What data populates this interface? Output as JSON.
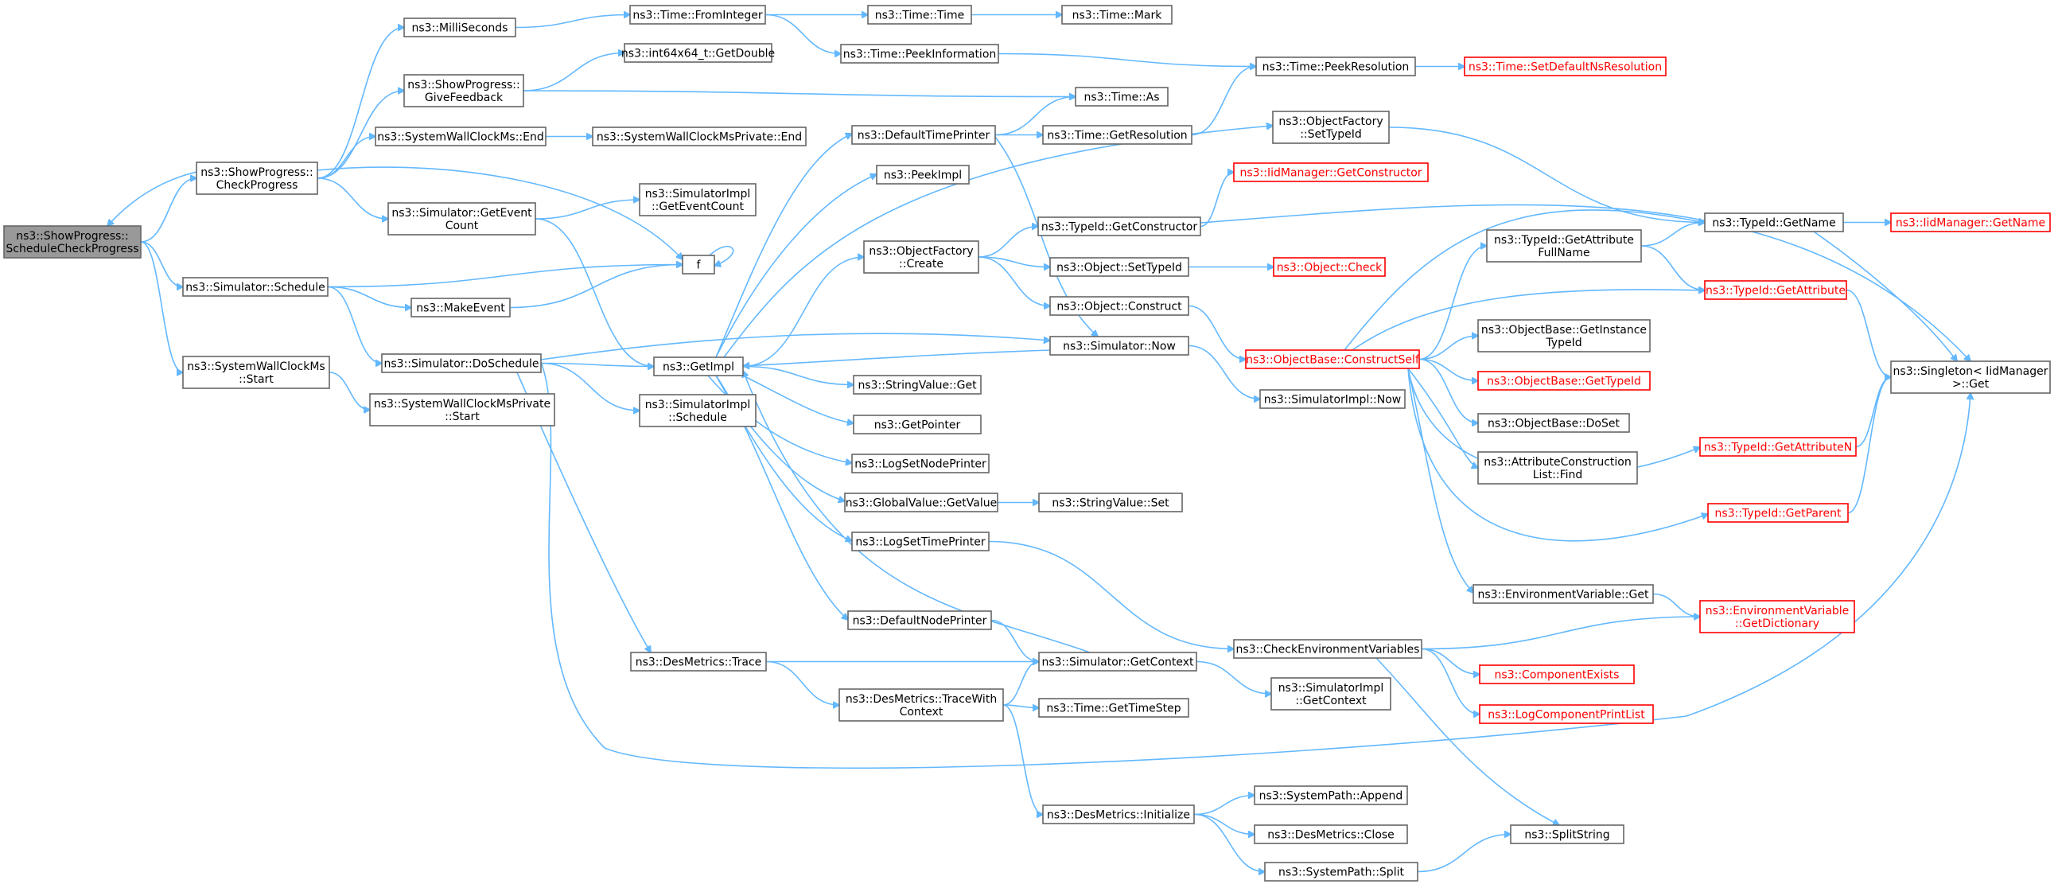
{
  "graph": {
    "nodes": [
      {
        "id": "root",
        "label": "ns3::ShowProgress::\nScheduleCheckProgress",
        "style": "root"
      },
      {
        "id": "checkprogress",
        "label": "ns3::ShowProgress::\nCheckProgress",
        "style": "normal"
      },
      {
        "id": "milliseconds",
        "label": "ns3::MilliSeconds",
        "style": "normal"
      },
      {
        "id": "givefeedback",
        "label": "ns3::ShowProgress::\nGiveFeedback",
        "style": "normal"
      },
      {
        "id": "wallend",
        "label": "ns3::SystemWallClockMs::End",
        "style": "normal"
      },
      {
        "id": "geteventcount",
        "label": "ns3::Simulator::GetEvent\nCount",
        "style": "normal"
      },
      {
        "id": "schedule",
        "label": "ns3::Simulator::Schedule",
        "style": "normal"
      },
      {
        "id": "makeevent",
        "label": "ns3::MakeEvent",
        "style": "normal"
      },
      {
        "id": "doschedule",
        "label": "ns3::Simulator::DoSchedule",
        "style": "normal"
      },
      {
        "id": "wallstart",
        "label": "ns3::SystemWallClockMs\n::Start",
        "style": "normal"
      },
      {
        "id": "wallprivstart",
        "label": "ns3::SystemWallClockMsPrivate\n::Start",
        "style": "normal"
      },
      {
        "id": "fromint",
        "label": "ns3::Time::FromInteger",
        "style": "normal"
      },
      {
        "id": "int64double",
        "label": "ns3::int64x64_t::GetDouble",
        "style": "normal"
      },
      {
        "id": "wallprivend",
        "label": "ns3::SystemWallClockMsPrivate::End",
        "style": "normal"
      },
      {
        "id": "implgeteventcount",
        "label": "ns3::SimulatorImpl\n::GetEventCount",
        "style": "normal"
      },
      {
        "id": "f",
        "label": "f",
        "style": "normal"
      },
      {
        "id": "getimpl",
        "label": "ns3::GetImpl",
        "style": "normal"
      },
      {
        "id": "implschedule",
        "label": "ns3::SimulatorImpl\n::Schedule",
        "style": "normal"
      },
      {
        "id": "dmtrace",
        "label": "ns3::DesMetrics::Trace",
        "style": "normal"
      },
      {
        "id": "timetime",
        "label": "ns3::Time::Time",
        "style": "normal"
      },
      {
        "id": "timemark",
        "label": "ns3::Time::Mark",
        "style": "normal"
      },
      {
        "id": "peekinfo",
        "label": "ns3::Time::PeekInformation",
        "style": "normal"
      },
      {
        "id": "peekres",
        "label": "ns3::Time::PeekResolution",
        "style": "normal"
      },
      {
        "id": "setdefres",
        "label": "ns3::Time::SetDefaultNsResolution",
        "style": "red"
      },
      {
        "id": "timeas",
        "label": "ns3::Time::As",
        "style": "normal"
      },
      {
        "id": "deftimeprinter",
        "label": "ns3::DefaultTimePrinter",
        "style": "normal"
      },
      {
        "id": "getres",
        "label": "ns3::Time::GetResolution",
        "style": "normal"
      },
      {
        "id": "peekimpl",
        "label": "ns3::PeekImpl",
        "style": "normal"
      },
      {
        "id": "ofsettypeid",
        "label": "ns3::ObjectFactory\n::SetTypeId",
        "style": "normal"
      },
      {
        "id": "iidgetctor",
        "label": "ns3::IidManager::GetConstructor",
        "style": "red"
      },
      {
        "id": "tidgetctor",
        "label": "ns3::TypeId::GetConstructor",
        "style": "normal"
      },
      {
        "id": "ofcreate",
        "label": "ns3::ObjectFactory\n::Create",
        "style": "normal"
      },
      {
        "id": "objsettypeid",
        "label": "ns3::Object::SetTypeId",
        "style": "normal"
      },
      {
        "id": "objcheck",
        "label": "ns3::Object::Check",
        "style": "red"
      },
      {
        "id": "objconstruct",
        "label": "ns3::Object::Construct",
        "style": "normal"
      },
      {
        "id": "simnow",
        "label": "ns3::Simulator::Now",
        "style": "normal"
      },
      {
        "id": "implnow",
        "label": "ns3::SimulatorImpl::Now",
        "style": "normal"
      },
      {
        "id": "constructself",
        "label": "ns3::ObjectBase::ConstructSelf",
        "style": "red"
      },
      {
        "id": "stringget",
        "label": "ns3::StringValue::Get",
        "style": "normal"
      },
      {
        "id": "getpointer",
        "label": "ns3::GetPointer",
        "style": "normal"
      },
      {
        "id": "lognodeprinter",
        "label": "ns3::LogSetNodePrinter",
        "style": "normal"
      },
      {
        "id": "gvgetvalue",
        "label": "ns3::GlobalValue::GetValue",
        "style": "normal"
      },
      {
        "id": "stringset",
        "label": "ns3::StringValue::Set",
        "style": "normal"
      },
      {
        "id": "logtimeprinter",
        "label": "ns3::LogSetTimePrinter",
        "style": "normal"
      },
      {
        "id": "defnodeprinter",
        "label": "ns3::DefaultNodePrinter",
        "style": "normal"
      },
      {
        "id": "getcontext",
        "label": "ns3::Simulator::GetContext",
        "style": "normal"
      },
      {
        "id": "tracewith",
        "label": "ns3::DesMetrics::TraceWith\nContext",
        "style": "normal"
      },
      {
        "id": "gettimestep",
        "label": "ns3::Time::GetTimeStep",
        "style": "normal"
      },
      {
        "id": "implgetcontext",
        "label": "ns3::SimulatorImpl\n::GetContext",
        "style": "normal"
      },
      {
        "id": "checkenv",
        "label": "ns3::CheckEnvironmentVariables",
        "style": "normal"
      },
      {
        "id": "dminit",
        "label": "ns3::DesMetrics::Initialize",
        "style": "normal"
      },
      {
        "id": "pathappend",
        "label": "ns3::SystemPath::Append",
        "style": "normal"
      },
      {
        "id": "dmclose",
        "label": "ns3::DesMetrics::Close",
        "style": "normal"
      },
      {
        "id": "pathsplit",
        "label": "ns3::SystemPath::Split",
        "style": "normal"
      },
      {
        "id": "splitstring",
        "label": "ns3::SplitString",
        "style": "normal"
      },
      {
        "id": "tidgetattrfull",
        "label": "ns3::TypeId::GetAttribute\nFullName",
        "style": "normal"
      },
      {
        "id": "tidgetname",
        "label": "ns3::TypeId::GetName",
        "style": "normal"
      },
      {
        "id": "iidgetname",
        "label": "ns3::IidManager::GetName",
        "style": "red"
      },
      {
        "id": "tidgetattr",
        "label": "ns3::TypeId::GetAttribute",
        "style": "red"
      },
      {
        "id": "obgetinstance",
        "label": "ns3::ObjectBase::GetInstance\nTypeId",
        "style": "normal"
      },
      {
        "id": "obgettypeid",
        "label": "ns3::ObjectBase::GetTypeId",
        "style": "red"
      },
      {
        "id": "obdoset",
        "label": "ns3::ObjectBase::DoSet",
        "style": "normal"
      },
      {
        "id": "attrconsfind",
        "label": "ns3::AttributeConstruction\nList::Find",
        "style": "normal"
      },
      {
        "id": "tidgetattrn",
        "label": "ns3::TypeId::GetAttributeN",
        "style": "red"
      },
      {
        "id": "tidgetparent",
        "label": "ns3::TypeId::GetParent",
        "style": "red"
      },
      {
        "id": "envget",
        "label": "ns3::EnvironmentVariable::Get",
        "style": "normal"
      },
      {
        "id": "envgetdict",
        "label": "ns3::EnvironmentVariable\n::GetDictionary",
        "style": "red"
      },
      {
        "id": "compexists",
        "label": "ns3::ComponentExists",
        "style": "red"
      },
      {
        "id": "logcompprint",
        "label": "ns3::LogComponentPrintList",
        "style": "red"
      },
      {
        "id": "singletonget",
        "label": "ns3::Singleton< IidManager\n>::Get",
        "style": "normal"
      }
    ],
    "edges": [
      [
        "root",
        "checkprogress"
      ],
      [
        "root",
        "schedule"
      ],
      [
        "root",
        "wallstart"
      ],
      [
        "checkprogress",
        "root"
      ],
      [
        "checkprogress",
        "milliseconds"
      ],
      [
        "checkprogress",
        "givefeedback"
      ],
      [
        "checkprogress",
        "wallend"
      ],
      [
        "checkprogress",
        "geteventcount"
      ],
      [
        "checkprogress",
        "f"
      ],
      [
        "milliseconds",
        "fromint"
      ],
      [
        "fromint",
        "timetime"
      ],
      [
        "fromint",
        "peekinfo"
      ],
      [
        "timetime",
        "timemark"
      ],
      [
        "peekinfo",
        "peekres"
      ],
      [
        "peekres",
        "setdefres"
      ],
      [
        "givefeedback",
        "int64double"
      ],
      [
        "givefeedback",
        "timeas"
      ],
      [
        "wallend",
        "wallprivend"
      ],
      [
        "geteventcount",
        "implgeteventcount"
      ],
      [
        "geteventcount",
        "getimpl"
      ],
      [
        "schedule",
        "f"
      ],
      [
        "schedule",
        "makeevent"
      ],
      [
        "schedule",
        "doschedule"
      ],
      [
        "makeevent",
        "f"
      ],
      [
        "f",
        "f"
      ],
      [
        "doschedule",
        "getimpl"
      ],
      [
        "doschedule",
        "simnow"
      ],
      [
        "doschedule",
        "implschedule"
      ],
      [
        "doschedule",
        "dmtrace"
      ],
      [
        "doschedule",
        "singletonget"
      ],
      [
        "wallstart",
        "wallprivstart"
      ],
      [
        "getimpl",
        "deftimeprinter"
      ],
      [
        "getimpl",
        "peekimpl"
      ],
      [
        "getimpl",
        "ofsettypeid"
      ],
      [
        "getimpl",
        "ofcreate"
      ],
      [
        "getimpl",
        "stringget"
      ],
      [
        "getimpl",
        "getpointer"
      ],
      [
        "getimpl",
        "lognodeprinter"
      ],
      [
        "getimpl",
        "gvgetvalue"
      ],
      [
        "getimpl",
        "logtimeprinter"
      ],
      [
        "getimpl",
        "defnodeprinter"
      ],
      [
        "deftimeprinter",
        "timeas"
      ],
      [
        "deftimeprinter",
        "getres"
      ],
      [
        "deftimeprinter",
        "simnow"
      ],
      [
        "getres",
        "peekres"
      ],
      [
        "ofsettypeid",
        "tidgetname"
      ],
      [
        "ofcreate",
        "tidgetctor"
      ],
      [
        "ofcreate",
        "objsettypeid"
      ],
      [
        "ofcreate",
        "objconstruct"
      ],
      [
        "tidgetctor",
        "iidgetctor"
      ],
      [
        "tidgetctor",
        "singletonget"
      ],
      [
        "objsettypeid",
        "objcheck"
      ],
      [
        "objconstruct",
        "constructself"
      ],
      [
        "simnow",
        "getimpl"
      ],
      [
        "simnow",
        "implnow"
      ],
      [
        "gvgetvalue",
        "stringset"
      ],
      [
        "logtimeprinter",
        "checkenv"
      ],
      [
        "defnodeprinter",
        "getcontext"
      ],
      [
        "getcontext",
        "getimpl"
      ],
      [
        "getcontext",
        "implgetcontext"
      ],
      [
        "dmtrace",
        "getcontext"
      ],
      [
        "dmtrace",
        "tracewith"
      ],
      [
        "tracewith",
        "getcontext"
      ],
      [
        "tracewith",
        "gettimestep"
      ],
      [
        "tracewith",
        "dminit"
      ],
      [
        "dminit",
        "pathappend"
      ],
      [
        "dminit",
        "dmclose"
      ],
      [
        "dminit",
        "pathsplit"
      ],
      [
        "pathsplit",
        "splitstring"
      ],
      [
        "checkenv",
        "envgetdict"
      ],
      [
        "checkenv",
        "compexists"
      ],
      [
        "checkenv",
        "logcompprint"
      ],
      [
        "checkenv",
        "splitstring"
      ],
      [
        "constructself",
        "tidgetattrfull"
      ],
      [
        "constructself",
        "tidgetname"
      ],
      [
        "constructself",
        "tidgetattr"
      ],
      [
        "constructself",
        "obgetinstance"
      ],
      [
        "constructself",
        "obgettypeid"
      ],
      [
        "constructself",
        "obdoset"
      ],
      [
        "constructself",
        "attrconsfind"
      ],
      [
        "constructself",
        "tidgetattrn"
      ],
      [
        "constructself",
        "tidgetparent"
      ],
      [
        "constructself",
        "envget"
      ],
      [
        "tidgetattrfull",
        "tidgetname"
      ],
      [
        "tidgetattrfull",
        "tidgetattr"
      ],
      [
        "tidgetname",
        "iidgetname"
      ],
      [
        "tidgetname",
        "singletonget"
      ],
      [
        "tidgetattr",
        "singletonget"
      ],
      [
        "tidgetattrn",
        "singletonget"
      ],
      [
        "tidgetparent",
        "singletonget"
      ],
      [
        "envget",
        "envgetdict"
      ]
    ]
  }
}
